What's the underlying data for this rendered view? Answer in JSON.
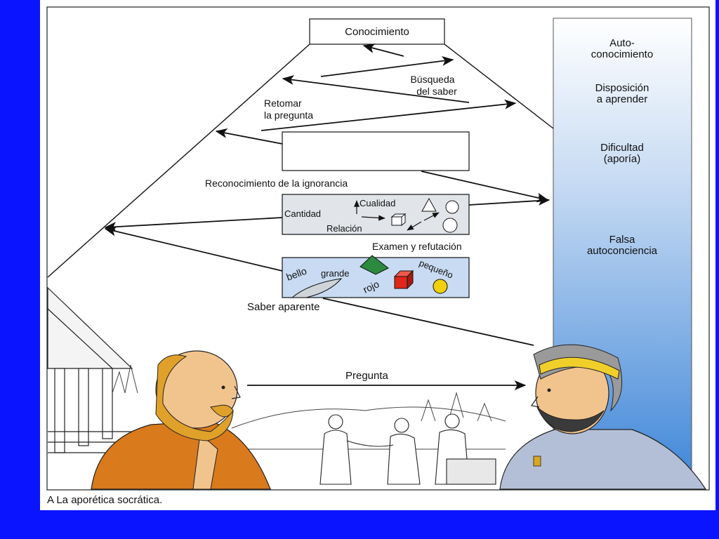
{
  "diagram": {
    "conocimiento": "Conocimiento",
    "busqueda": [
      "Búsqueda",
      "del saber"
    ],
    "retomar": [
      "Retomar",
      "la pregunta"
    ],
    "reconocimiento": "Reconocimiento de la ignorancia",
    "categorias": {
      "cantidad": "Cantidad",
      "cualidad": "Cualidad",
      "relacion": "Relación"
    },
    "examen": "Examen y refutación",
    "saber_aparente_words": {
      "bello": "bello",
      "grande": "grande",
      "rojo": "rojo",
      "pequeno": "pequeño"
    },
    "saber_aparente": "Saber aparente",
    "pregunta": "Pregunta"
  },
  "scale": {
    "autoconocimiento": [
      "Auto-",
      "conocimiento"
    ],
    "disposicion": [
      "Disposición",
      "a aprender"
    ],
    "dificultad": [
      "Dificultad",
      "(aporía)"
    ],
    "falsa": [
      "Falsa",
      "autoconciencia"
    ],
    "gradient_top": "#ffffff",
    "gradient_bottom": "#3f86d8"
  },
  "caption": "A  La aporética socrática.",
  "colors": {
    "background": "#0a14ff",
    "cube_red": "#e0261a",
    "circle_yellow": "#f2d10c",
    "cone_green": "#2b8a3e",
    "box_blue": "#c8dbf2"
  },
  "icons": [
    "greek-temple-icon",
    "socrates-figure-icon",
    "student-figure-icon",
    "crowd-scene-icon"
  ]
}
